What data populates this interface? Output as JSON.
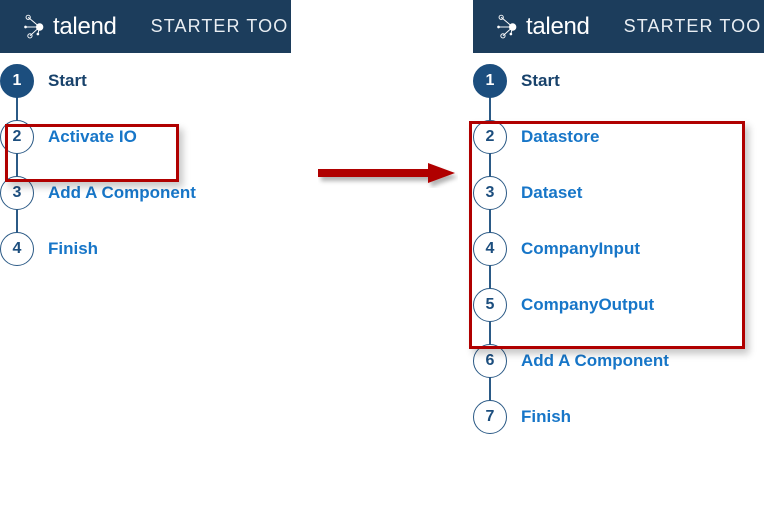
{
  "brand": {
    "name": "talend",
    "logo_icon": "talend-network-node-icon"
  },
  "header": {
    "title": "STARTER TOO"
  },
  "before": {
    "panel_name": "wizard-before",
    "steps": [
      {
        "number": "1",
        "label": "Start",
        "state": "filled",
        "tone": "dark"
      },
      {
        "number": "2",
        "label": "Activate IO",
        "state": "outlined",
        "tone": "blue"
      },
      {
        "number": "3",
        "label": "Add A Component",
        "state": "outlined",
        "tone": "blue"
      },
      {
        "number": "4",
        "label": "Finish",
        "state": "outlined",
        "tone": "blue"
      }
    ],
    "highlight": {
      "name": "highlight-activate-io",
      "from_step": "2",
      "to_step": "2"
    }
  },
  "after": {
    "panel_name": "wizard-after",
    "steps": [
      {
        "number": "1",
        "label": "Start",
        "state": "filled",
        "tone": "dark"
      },
      {
        "number": "2",
        "label": "Datastore",
        "state": "outlined",
        "tone": "blue"
      },
      {
        "number": "3",
        "label": "Dataset",
        "state": "outlined",
        "tone": "blue"
      },
      {
        "number": "4",
        "label": "CompanyInput",
        "state": "outlined",
        "tone": "blue"
      },
      {
        "number": "5",
        "label": "CompanyOutput",
        "state": "outlined",
        "tone": "blue"
      },
      {
        "number": "6",
        "label": "Add A Component",
        "state": "outlined",
        "tone": "blue"
      },
      {
        "number": "7",
        "label": "Finish",
        "state": "outlined",
        "tone": "blue"
      }
    ],
    "highlight": {
      "name": "highlight-io-steps",
      "from_step": "2",
      "to_step": "5"
    }
  },
  "arrow": {
    "name": "transition-arrow",
    "direction": "right"
  },
  "colors": {
    "header_navy": "#1c3d5c",
    "node_navy": "#1c4e7e",
    "label_blue": "#1776c8",
    "label_dark": "#18426b",
    "highlight_red": "#b00000",
    "page_background": "#ffffff"
  }
}
